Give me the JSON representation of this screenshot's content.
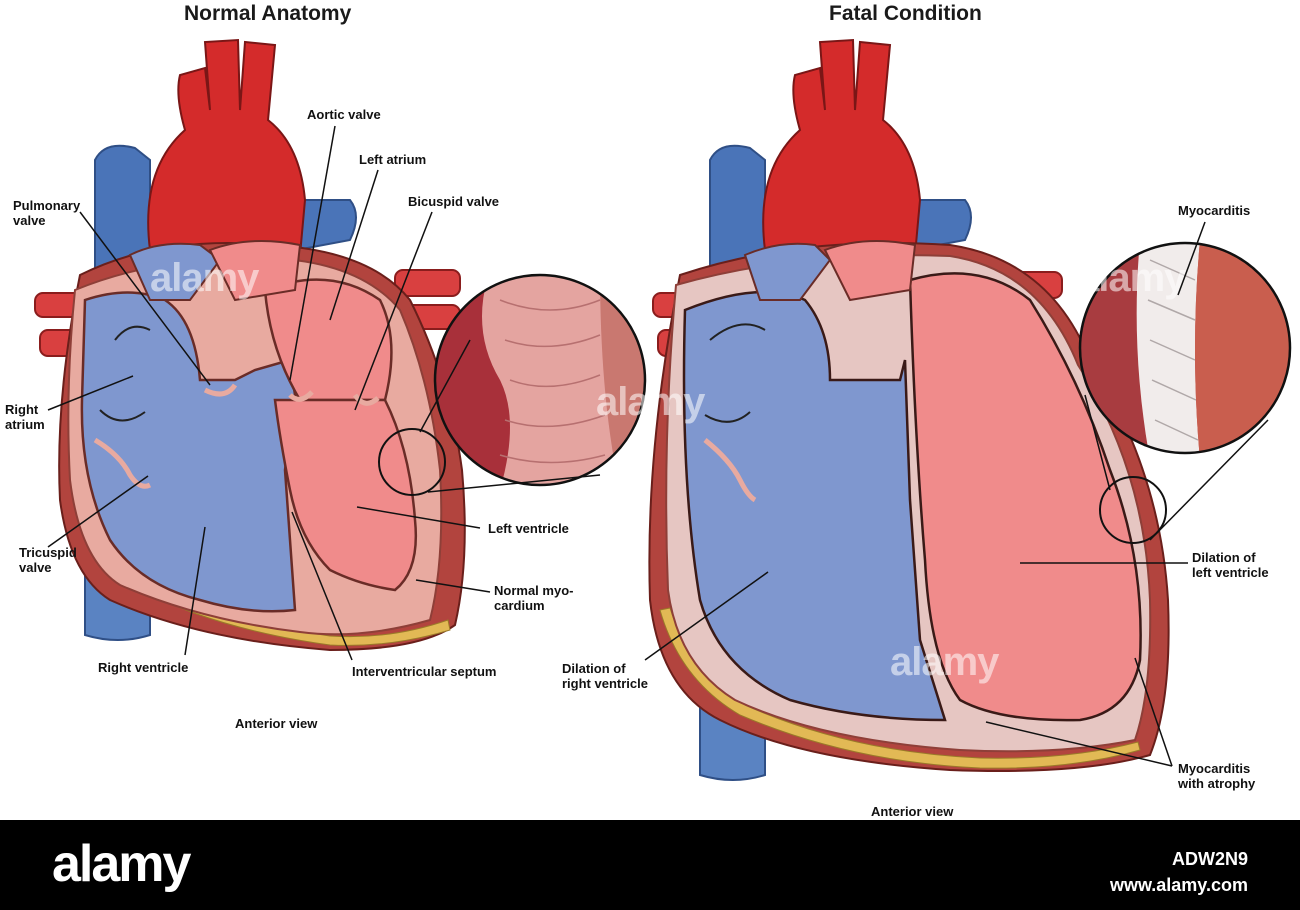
{
  "panels": {
    "normal": {
      "title": "Normal Anatomy",
      "view": "Anterior view",
      "labels": {
        "aortic_valve": "Aortic valve",
        "left_atrium": "Left atrium",
        "pulmonary_valve": "Pulmonary\nvalve",
        "bicuspid_valve": "Bicuspid valve",
        "right_atrium": "Right\natrium",
        "tricuspid_valve": "Tricuspid\nvalve",
        "left_ventricle": "Left ventricle",
        "normal_myocardium": "Normal myo-\ncardium",
        "right_ventricle": "Right ventricle",
        "interventricular_septum": "Interventricular septum"
      }
    },
    "fatal": {
      "title": "Fatal Condition",
      "view": "Anterior view",
      "labels": {
        "myocarditis": "Myocarditis",
        "dilation_left": "Dilation of\nleft ventricle",
        "dilation_right": "Dilation of\nright ventricle",
        "myocarditis_atrophy": "Myocarditis\nwith atrophy"
      }
    }
  },
  "watermark": "alamy",
  "footer": {
    "brand": "alamy",
    "image_id": "ADW2N9",
    "url": "www.alamy.com"
  },
  "colors": {
    "aorta": "#d42b2b",
    "vena": "#4a74b8",
    "right_chamber": "#7f97cf",
    "left_chamber": "#f08b8b",
    "myocardium": "#e8aaa0",
    "heart_outer": "#b2443e",
    "fat": "#e2b955"
  }
}
